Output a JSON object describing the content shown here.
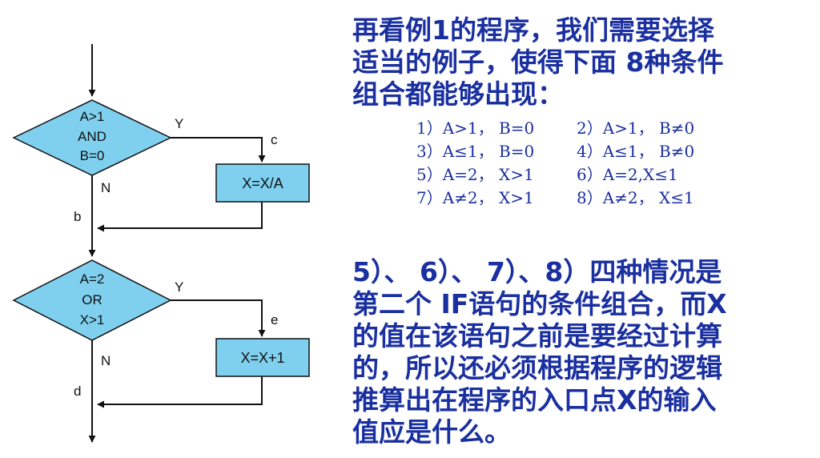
{
  "flowchart": {
    "decision1": {
      "lines": [
        "A>1",
        "AND",
        "B=0"
      ],
      "yes": "Y",
      "no": "N"
    },
    "process1": "X=X/A",
    "decision2": {
      "lines": [
        "A=2",
        "OR",
        "X>1"
      ],
      "yes": "Y",
      "no": "N"
    },
    "process2": "X=X+1",
    "path_labels": {
      "b": "b",
      "c": "c",
      "d": "d",
      "e": "e"
    },
    "colors": {
      "fill": "#7fd0ef",
      "stroke": "#111111"
    }
  },
  "intro_lines": [
    "再看例1的程序，我们需要选择",
    "适当的例子，使得下面 8种条件",
    "组合都能够出现："
  ],
  "conditions": [
    [
      "1）A>1， B=0",
      "2）A>1， B≠0"
    ],
    [
      "3）A≤1， B=0",
      "4）A≤1， B≠0"
    ],
    [
      "5）A=2， X>1",
      "6）A=2,X≤1"
    ],
    [
      "7）A≠2， X>1",
      "8）A≠2， X≤1"
    ]
  ],
  "explain_lines": [
    "5）、 6）、 7）、8）四种情况是",
    "第二个 IF语句的条件组合，而X",
    "的值在该语句之前是要经过计算",
    "的，所以还必须根据程序的逻辑",
    "推算出在程序的入口点X的输入",
    "值应是什么。"
  ],
  "text_color": "#1a2fa0"
}
